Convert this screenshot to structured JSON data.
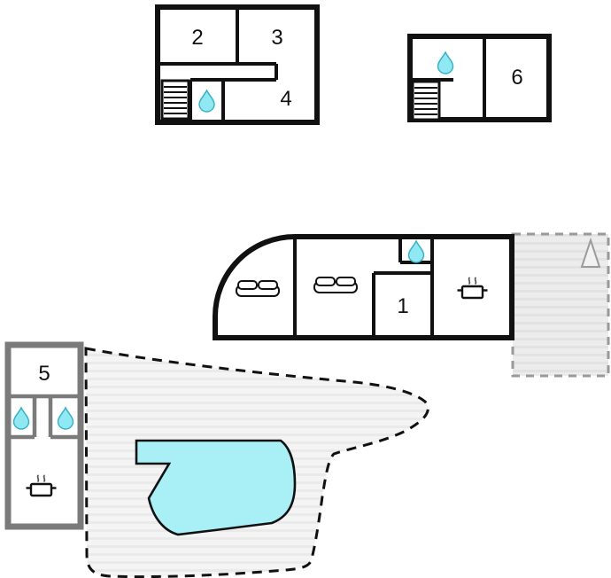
{
  "plan": {
    "rooms": {
      "r1": {
        "label": "1"
      },
      "r2": {
        "label": "2"
      },
      "r3": {
        "label": "3"
      },
      "r4": {
        "label": "4"
      },
      "r5": {
        "label": "5"
      },
      "r6": {
        "label": "6"
      }
    },
    "icons": {
      "water_drop": {
        "name": "water-drop-icon",
        "count": 5
      },
      "stairs": {
        "name": "stairs-icon",
        "count": 2
      },
      "sofa": {
        "name": "sofa-icon",
        "count": 2
      },
      "cooking_pot": {
        "name": "cooking-pot-icon",
        "count": 2
      },
      "north_arrow": {
        "name": "north-arrow-icon",
        "count": 1
      }
    },
    "colors": {
      "wall_black": "#111111",
      "wall_gray": "#7b7b7b",
      "water_drop_fill": "#90e9f2",
      "water_drop_stroke": "#2fb3c8",
      "pool_fill": "#a8f0f6",
      "terrace_fill": "#ebebeb",
      "garden_fill": "#f3f3f3",
      "dashed_gray": "#999999"
    }
  }
}
